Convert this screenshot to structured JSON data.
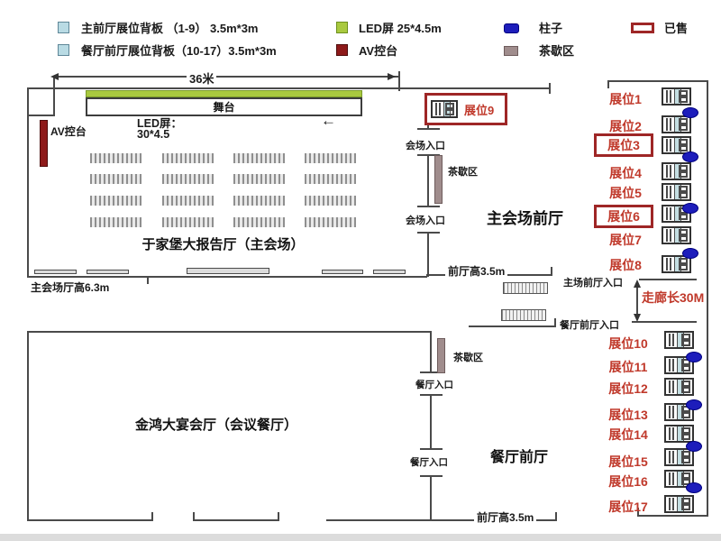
{
  "colors": {
    "accent_red": "#c0392b",
    "sold_border": "#9e2626",
    "pillar_blue": "#1d1dbb",
    "led_green": "#a9c93f",
    "av_dark_red": "#8e1a1a",
    "tea_gray": "#a08d8d",
    "backdrop_light_blue": "#b9dbe4"
  },
  "legend": {
    "main_foyer_backdrop": "主前厅展位背板 （1-9） 3.5m*3m",
    "restaurant_foyer_backdrop": "餐厅前厅展位背板（10-17）3.5m*3m",
    "led_screen": "LED屏 25*4.5m",
    "av_console": "AV控台",
    "pillar": "柱子",
    "tea_break": "茶歇区",
    "sold": "已售"
  },
  "plan": {
    "width_dim": "36米",
    "stage": "舞台",
    "av_console": "AV控台",
    "led_line1": "LED屏：",
    "led_line2": "30*4.5",
    "direction_arrow": "←",
    "venue_entrance": "会场入口",
    "tea_break": "茶歇区",
    "main_foyer": "主会场前厅",
    "main_hall": "于家堡大报告厅（主会场）",
    "main_hall_height": "主会场厅高6.3m",
    "foyer_height": "前厅高3.5m",
    "main_foyer_entrance": "主场前厅入口",
    "restaurant_foyer_entrance": "餐厅前厅入口",
    "corridor_length": "走廊长30M",
    "restaurant_entrance": "餐厅入口",
    "restaurant_foyer": "餐厅前厅",
    "banquet_hall": "金鸿大宴会厅（会议餐厅）"
  },
  "booths": {
    "booth9": "展位9",
    "top": [
      "展位1",
      "展位2",
      "展位3",
      "展位4",
      "展位5",
      "展位6",
      "展位7",
      "展位8"
    ],
    "bottom": [
      "展位10",
      "展位11",
      "展位12",
      "展位13",
      "展位14",
      "展位15",
      "展位16",
      "展位17"
    ],
    "sold": [
      "展位3",
      "展位6",
      "展位9"
    ]
  }
}
